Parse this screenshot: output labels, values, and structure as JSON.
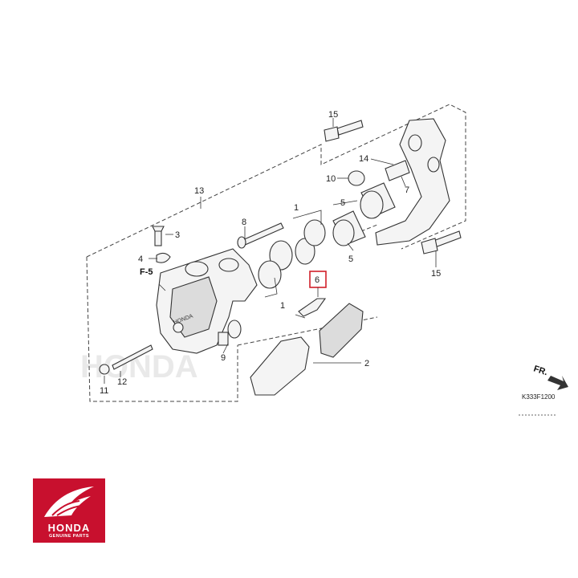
{
  "diagram": {
    "callouts": {
      "p1a": "1",
      "p1b": "1",
      "p2": "2",
      "p3": "3",
      "p4": "4",
      "p5a": "5",
      "p5b": "5",
      "p6": "6",
      "p7": "7",
      "p8": "8",
      "p9": "9",
      "p10": "10",
      "p11": "11",
      "p12": "12",
      "p13": "13",
      "p14": "14",
      "p15a": "15",
      "p15b": "15"
    },
    "ref_tag": "F-5",
    "direction": "FR.",
    "figure_code": "K333F1200",
    "watermark": "HONDA",
    "caliper_stamp": "HONDA",
    "highlight_color": "#d0202a"
  },
  "logo": {
    "brand": "HONDA",
    "tagline": "GENUINE PARTS",
    "color": "#c8102e"
  }
}
